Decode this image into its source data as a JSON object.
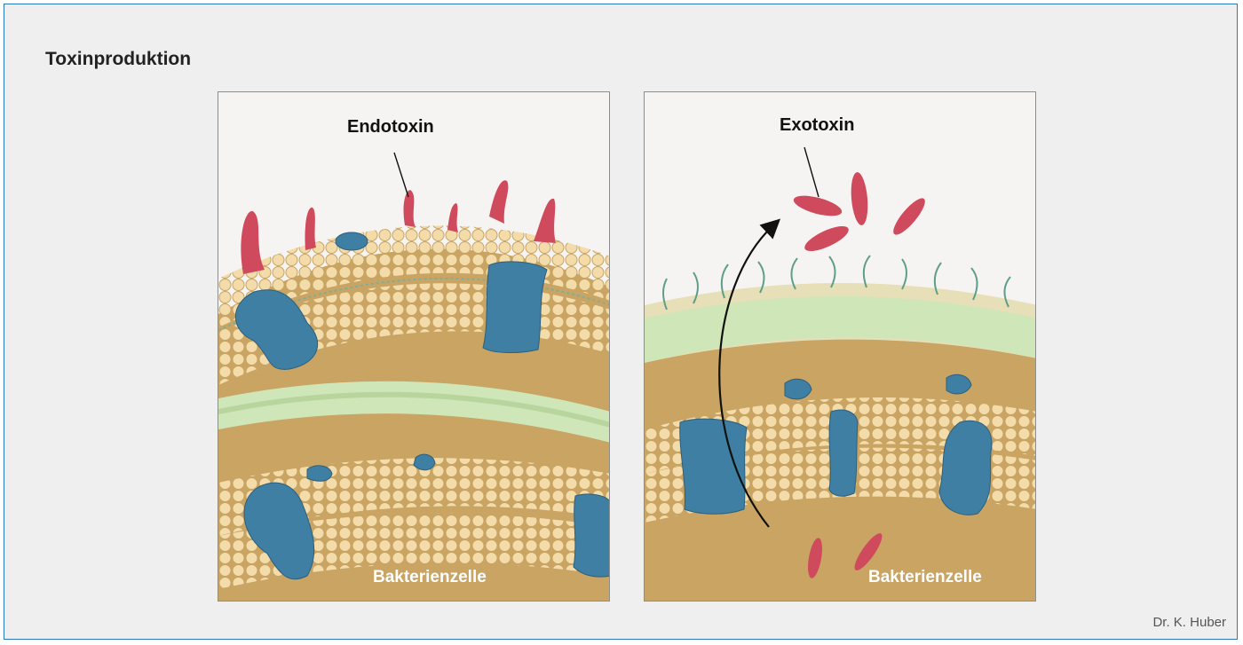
{
  "header": {
    "title": "Toxinproduktion"
  },
  "panels": [
    {
      "toxin_label": "Endotoxin",
      "cell_label": "Bakterienzelle"
    },
    {
      "toxin_label": "Exotoxin",
      "cell_label": "Bakterienzelle"
    }
  ],
  "footer": {
    "credit": "Dr. K. Huber"
  },
  "colors": {
    "frame_border": "#2b78b8",
    "card_background": "#efefef",
    "toxin": "#cf4a5c",
    "protein": "#3f7fa3",
    "lipid_head": "#f2d9a2",
    "cell_interior": "#c9a463",
    "cell_wall_green": "#c8e2b4"
  }
}
